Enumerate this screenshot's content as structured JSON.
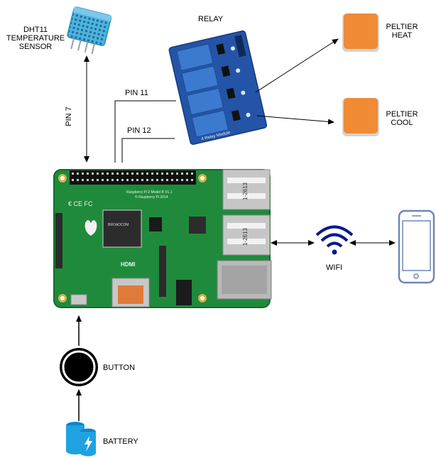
{
  "sensor": {
    "line1": "DHT11",
    "line2": "TEMPERATURE",
    "line3": "SENSOR"
  },
  "relay": {
    "label": "RELAY",
    "module_text": "4 Relay Module"
  },
  "peltier_heat": {
    "line1": "PELTIER",
    "line2": "HEAT"
  },
  "peltier_cool": {
    "line1": "PELTIER",
    "line2": "COOL"
  },
  "pins": {
    "pin7": "PIN 7",
    "pin11": "PIN 11",
    "pin12": "PIN 12"
  },
  "board": {
    "name": "Raspberry Pi 2 Model B V1.1",
    "copyright": "© Raspberry Pi 2014",
    "hdmi": "HDMI",
    "usb_top": "1-2613",
    "usb_bottom": "1-2613",
    "chip_brand": "BROADCOM"
  },
  "wifi": {
    "label": "WIFI",
    "icon": "wifi-icon"
  },
  "phone": {
    "icon": "smartphone-icon"
  },
  "button": {
    "label": "BUTTON"
  },
  "battery": {
    "label": "BATTERY",
    "icon": "battery-icon"
  },
  "colors": {
    "peltier": "#f08a35",
    "peltier_border": "#d3d3d3",
    "relay_board": "#2454a8",
    "relay_block": "#3c7ad0",
    "pcb": "#1f8a3c",
    "pcb_dark": "#146a2c",
    "wifi": "#0b1a8a",
    "phone_border": "#6f86b5",
    "battery": "#1fa2e0",
    "sensor": "#4fb3df"
  }
}
